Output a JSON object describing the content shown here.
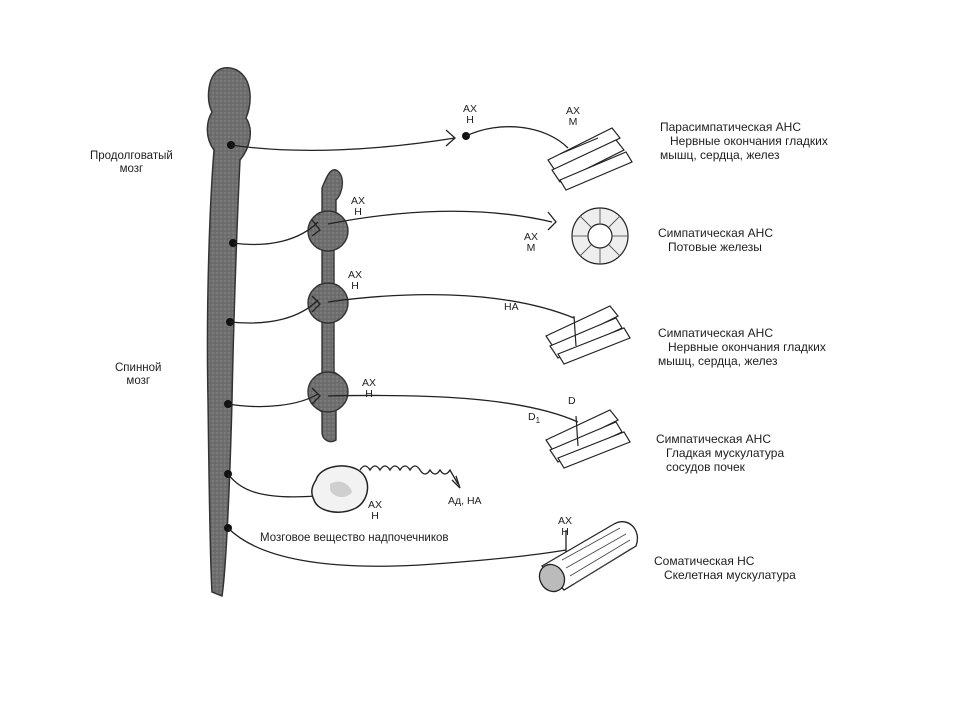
{
  "cns": {
    "medulla": "Продолговатый\nмозг",
    "spinal": "Спинной\nмозг"
  },
  "synapse": {
    "ach": "АХ",
    "n": "Н",
    "m": "М",
    "na": "НА",
    "d": "D",
    "d1": "D",
    "d1_sub": "1"
  },
  "adrenal": {
    "label": "Мозговое вещество надпочечников",
    "hormones": "Ад, НА"
  },
  "pathways": [
    {
      "title": "Парасимпатическая АНС",
      "lines": [
        "Нервные окончания гладких",
        "мышц, сердца, желез"
      ]
    },
    {
      "title": "Симпатическая АНС",
      "lines": [
        "Потовые железы"
      ]
    },
    {
      "title": "Симпатическая АНС",
      "lines": [
        "Нервные окончания гладких",
        "мышц, сердца, желез"
      ]
    },
    {
      "title": "Симпатическая АНС",
      "lines": [
        "Гладкая мускулатура",
        "сосудов почек"
      ]
    },
    {
      "title": "Соматическая  НС",
      "lines": [
        "Скелетная мускулатура"
      ]
    }
  ]
}
